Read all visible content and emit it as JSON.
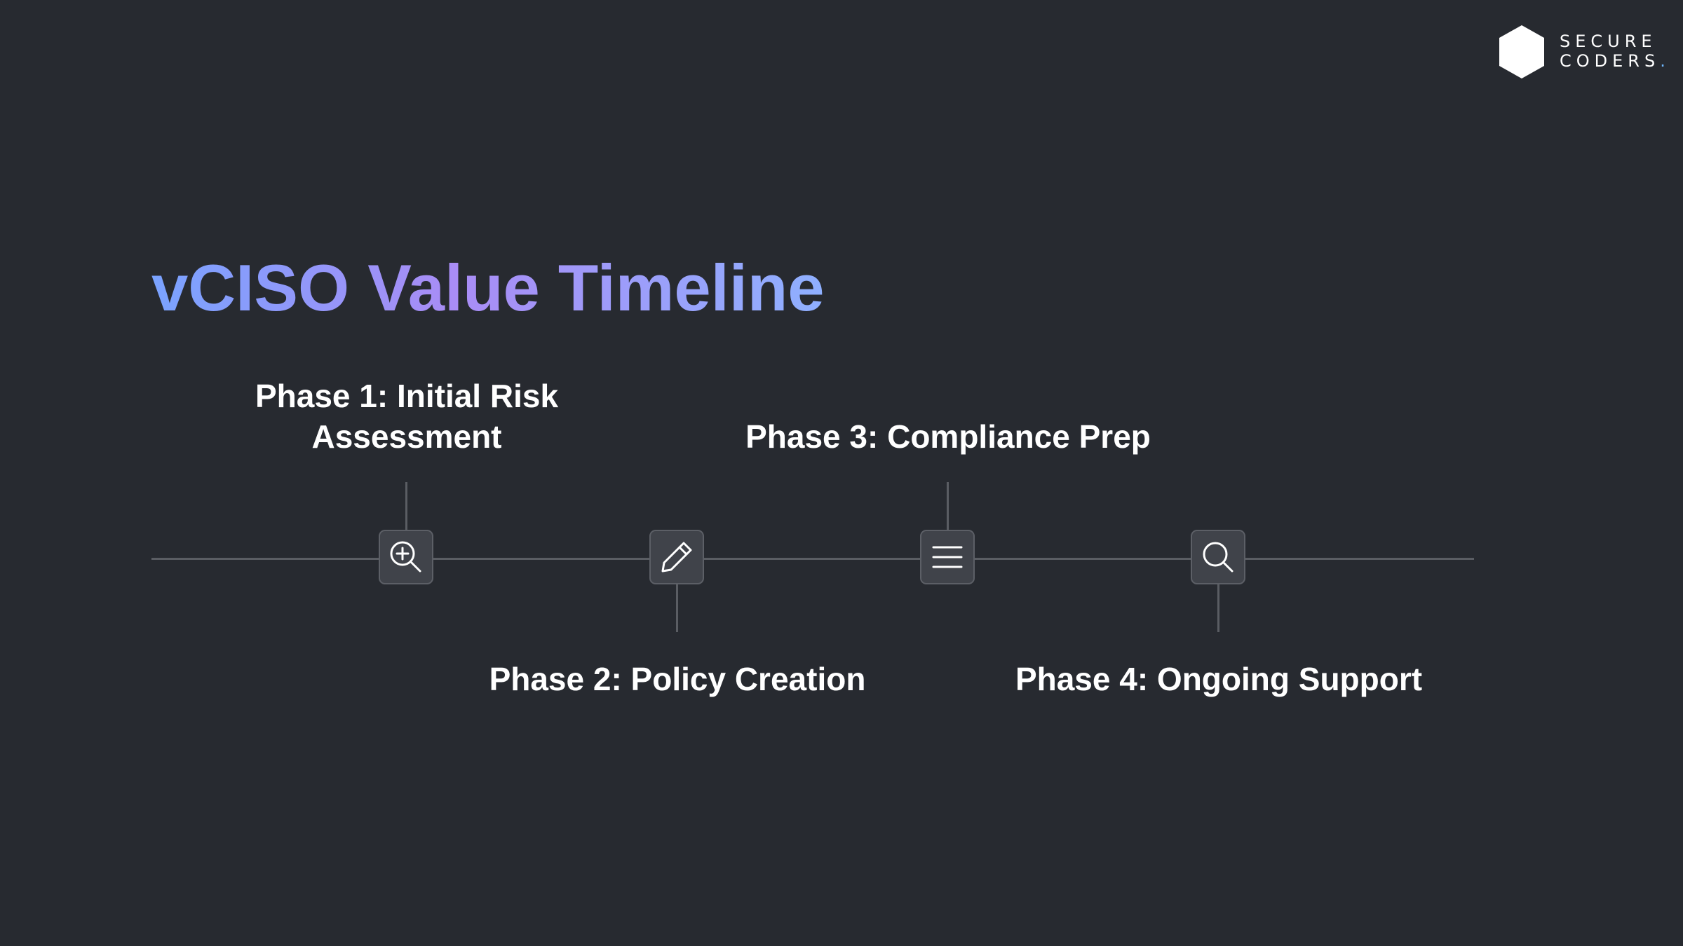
{
  "brand": {
    "line1": "SECURE",
    "line2": "CODERS",
    "dot": "."
  },
  "title": "vCISO Value Timeline",
  "phases": [
    {
      "label_line1": "Phase 1: Initial Risk",
      "label_line2": "Assessment",
      "icon": "zoom-in-icon",
      "position": "above"
    },
    {
      "label_line1": "Phase 2: Policy Creation",
      "icon": "pencil-icon",
      "position": "below"
    },
    {
      "label_line1": "Phase 3: Compliance Prep",
      "icon": "list-icon",
      "position": "above"
    },
    {
      "label_line1": "Phase 4: Ongoing Support",
      "icon": "search-icon",
      "position": "below"
    }
  ],
  "colors": {
    "background": "#272a30",
    "title_gradient_start": "#7aa3ff",
    "title_gradient_mid": "#a98cf5",
    "line": "#5a5d63",
    "node_fill": "#40434a",
    "text": "#ffffff"
  }
}
